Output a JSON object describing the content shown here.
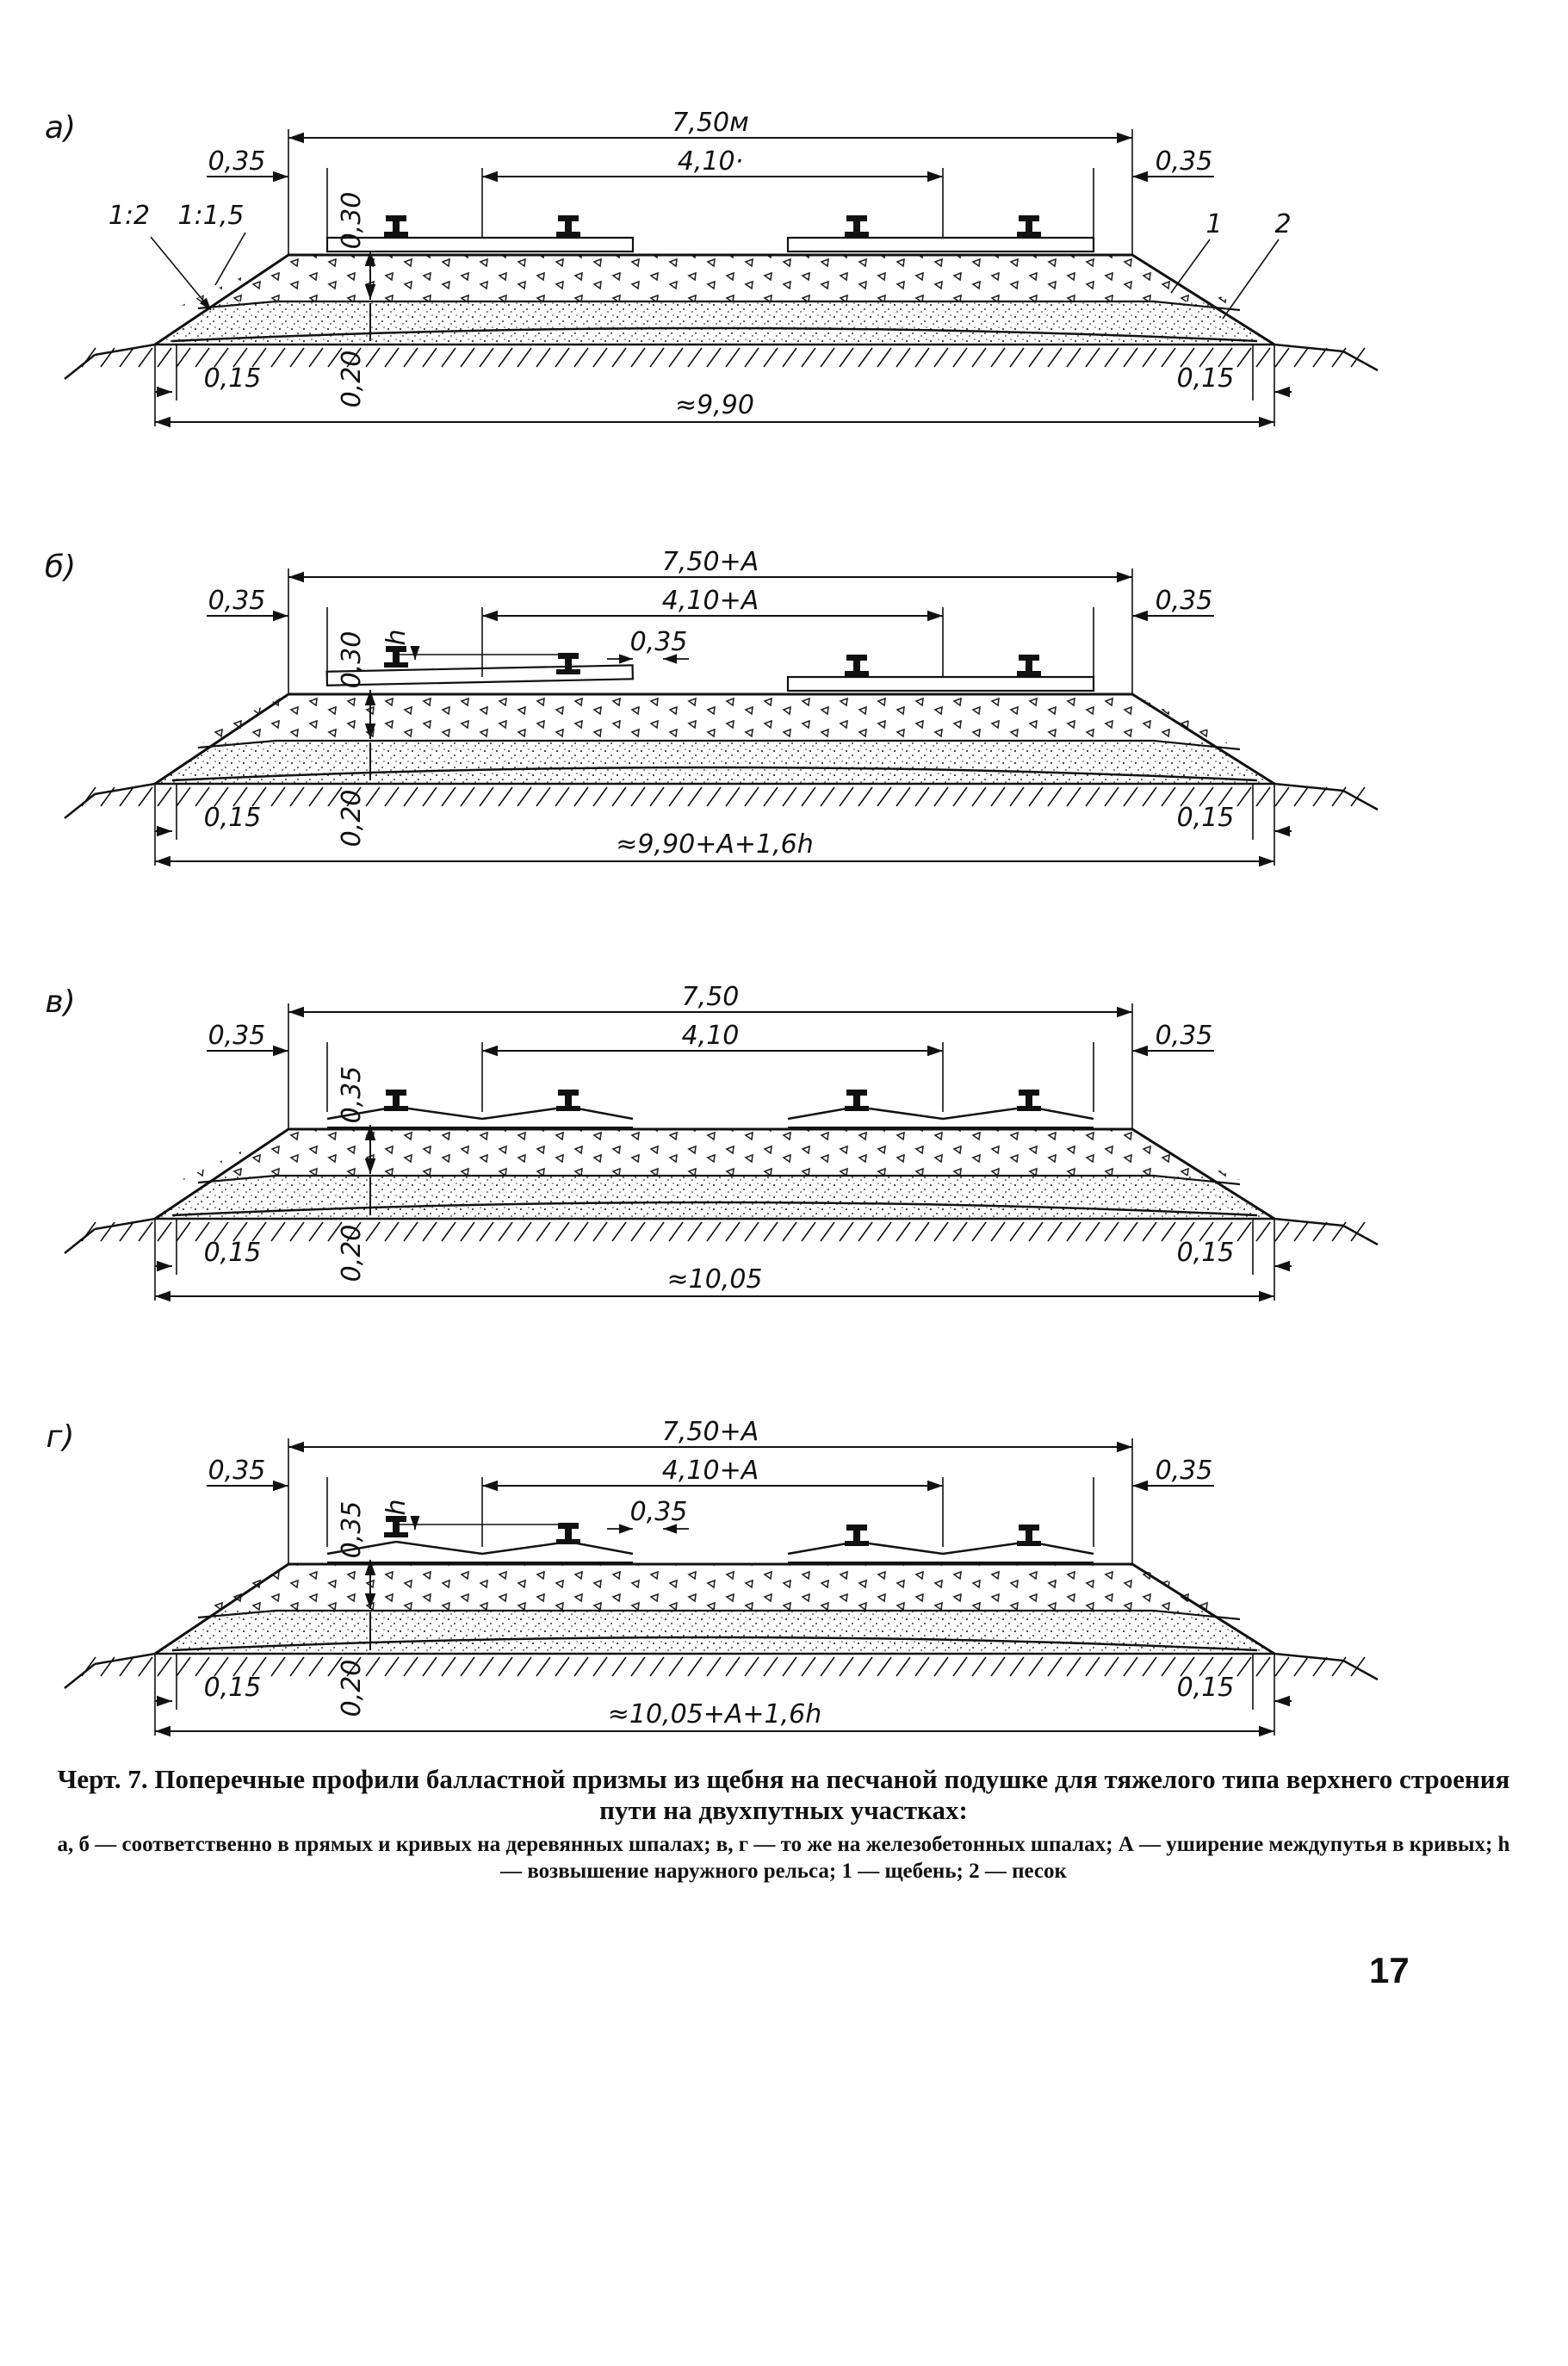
{
  "figures": [
    {
      "label": "а)",
      "top_dim": "7,50м",
      "track_dim": "4,10·",
      "shoulder_left": "0,35",
      "shoulder_right": "0,35",
      "ballast_depth": "0,30",
      "sand_depth": "0,20",
      "berm_left": "0,15",
      "berm_right": "0,15",
      "base_width": "≈9,90",
      "slope_outer": "1:2",
      "slope_inner": "1:1,5",
      "callout_1": "1",
      "callout_2": "2",
      "tilted": false,
      "concrete": false,
      "h_label": "",
      "gap_dim": ""
    },
    {
      "label": "б)",
      "top_dim": "7,50+А",
      "track_dim": "4,10+А",
      "shoulder_left": "0,35",
      "shoulder_right": "0,35",
      "ballast_depth": "0,30",
      "sand_depth": "0,20",
      "berm_left": "0,15",
      "berm_right": "0,15",
      "base_width": "≈9,90+А+1,6h",
      "slope_outer": "",
      "slope_inner": "",
      "callout_1": "",
      "callout_2": "",
      "tilted": true,
      "concrete": false,
      "h_label": "h",
      "gap_dim": "0,35"
    },
    {
      "label": "в)",
      "top_dim": "7,50",
      "track_dim": "4,10",
      "shoulder_left": "0,35",
      "shoulder_right": "0,35",
      "ballast_depth": "0,35",
      "sand_depth": "0,20",
      "berm_left": "0,15",
      "berm_right": "0,15",
      "base_width": "≈10,05",
      "slope_outer": "",
      "slope_inner": "",
      "callout_1": "",
      "callout_2": "",
      "tilted": false,
      "concrete": true,
      "h_label": "",
      "gap_dim": ""
    },
    {
      "label": "г)",
      "top_dim": "7,50+А",
      "track_dim": "4,10+А",
      "shoulder_left": "0,35",
      "shoulder_right": "0,35",
      "ballast_depth": "0,35",
      "sand_depth": "0,20",
      "berm_left": "0,15",
      "berm_right": "0,15",
      "base_width": "≈10,05+А+1,6h",
      "slope_outer": "",
      "slope_inner": "",
      "callout_1": "",
      "callout_2": "",
      "tilted": true,
      "concrete": true,
      "h_label": "h",
      "gap_dim": "0,35"
    }
  ],
  "caption": {
    "title": "Черт. 7. Поперечные профили балластной призмы из щебня на песчаной подушке для тяжелого типа верхнего строения пути на двухпутных участках:",
    "legend": "а, б — соответственно в прямых и кривых на деревянных шпалах; в, г — то же на железобетонных шпалах; А — уширение междупутья в кривых; h — возвышение наружного рельса; 1 — щебень; 2 — песок"
  },
  "page_number": "17"
}
